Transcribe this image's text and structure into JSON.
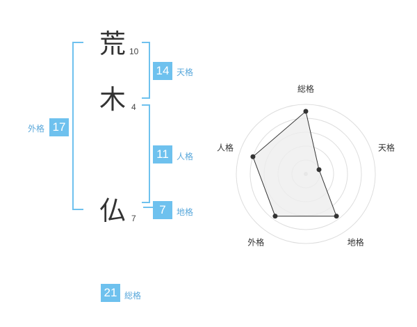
{
  "name": {
    "chars": [
      {
        "char": "荒",
        "strokes": "10"
      },
      {
        "char": "木",
        "strokes": "4"
      },
      {
        "char": "仏",
        "strokes": "7"
      }
    ]
  },
  "kakusu": {
    "tenkaku": {
      "label": "天格",
      "value": "14"
    },
    "jinkaku": {
      "label": "人格",
      "value": "11"
    },
    "chikaku": {
      "label": "地格",
      "value": "7"
    },
    "gaikaku": {
      "label": "外格",
      "value": "17"
    },
    "soukaku": {
      "label": "総格",
      "value": "21"
    }
  },
  "chart_data": {
    "type": "radar",
    "axes": [
      "総格",
      "天格",
      "地格",
      "外格",
      "人格"
    ],
    "values": [
      0.9,
      0.2,
      0.75,
      0.75,
      0.8
    ],
    "range": [
      0,
      1
    ],
    "rings": 5
  },
  "colors": {
    "accent": "#6ec1ee",
    "label_text": "#5aa8db",
    "ring": "#dddddd",
    "fill": "#eeeeee",
    "polygon_stroke": "#333333",
    "point": "#333333"
  }
}
